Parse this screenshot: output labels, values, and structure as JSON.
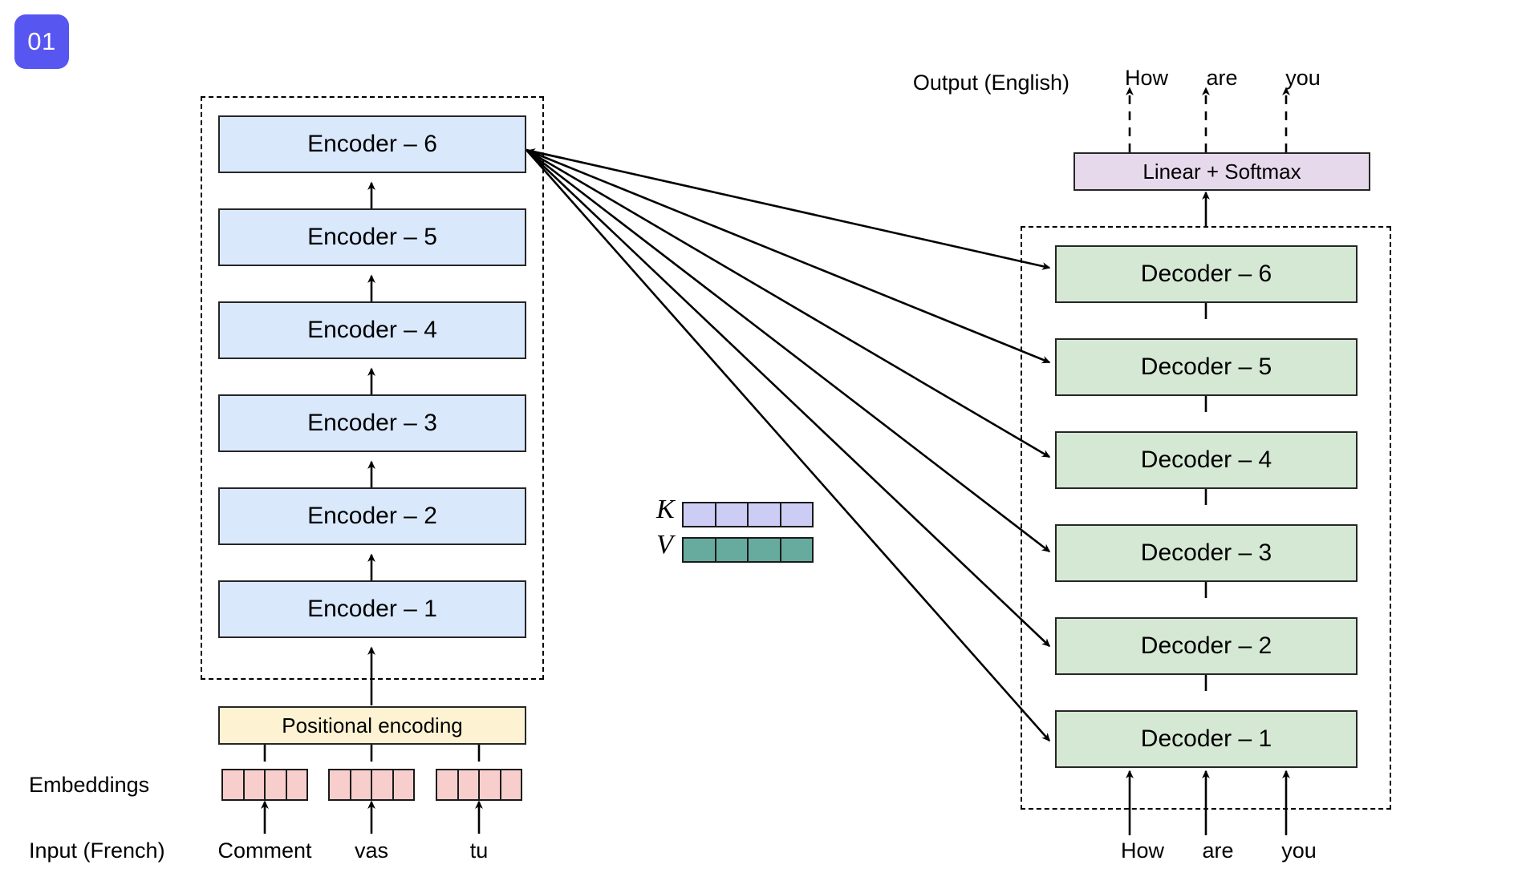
{
  "badge": {
    "label": "01",
    "color": "#5856f0",
    "text_color": "#ffffff"
  },
  "colors": {
    "encoder_fill": "#dae8fc",
    "decoder_fill": "#d5e8d4",
    "positional_fill": "#fdf3d3",
    "linear_fill": "#e7d9ec",
    "embedding_fill": "#f8cecc",
    "key_fill": "#ccccf5",
    "value_fill": "#67ab9f",
    "stroke": "#262626"
  },
  "encoder_stack": {
    "blocks": [
      {
        "label": "Encoder – 6"
      },
      {
        "label": "Encoder – 5"
      },
      {
        "label": "Encoder – 4"
      },
      {
        "label": "Encoder – 3"
      },
      {
        "label": "Encoder – 2"
      },
      {
        "label": "Encoder – 1"
      }
    ]
  },
  "decoder_stack": {
    "blocks": [
      {
        "label": "Decoder – 6"
      },
      {
        "label": "Decoder – 5"
      },
      {
        "label": "Decoder – 4"
      },
      {
        "label": "Decoder – 3"
      },
      {
        "label": "Decoder – 2"
      },
      {
        "label": "Decoder – 1"
      }
    ]
  },
  "positional_encoding": {
    "label": "Positional encoding"
  },
  "linear_softmax": {
    "label": "Linear + Softmax"
  },
  "input": {
    "row_label": "Input (French)",
    "embeddings_label": "Embeddings",
    "tokens": [
      "Comment",
      "vas",
      "tu"
    ],
    "embedding_cells": 4
  },
  "output": {
    "row_label": "Output (English)",
    "tokens": [
      "How",
      "are",
      "you"
    ]
  },
  "decoder_input": {
    "tokens": [
      "How",
      "are",
      "you"
    ]
  },
  "memory": {
    "key": {
      "label": "K",
      "cells": 4
    },
    "value": {
      "label": "V",
      "cells": 4
    }
  }
}
